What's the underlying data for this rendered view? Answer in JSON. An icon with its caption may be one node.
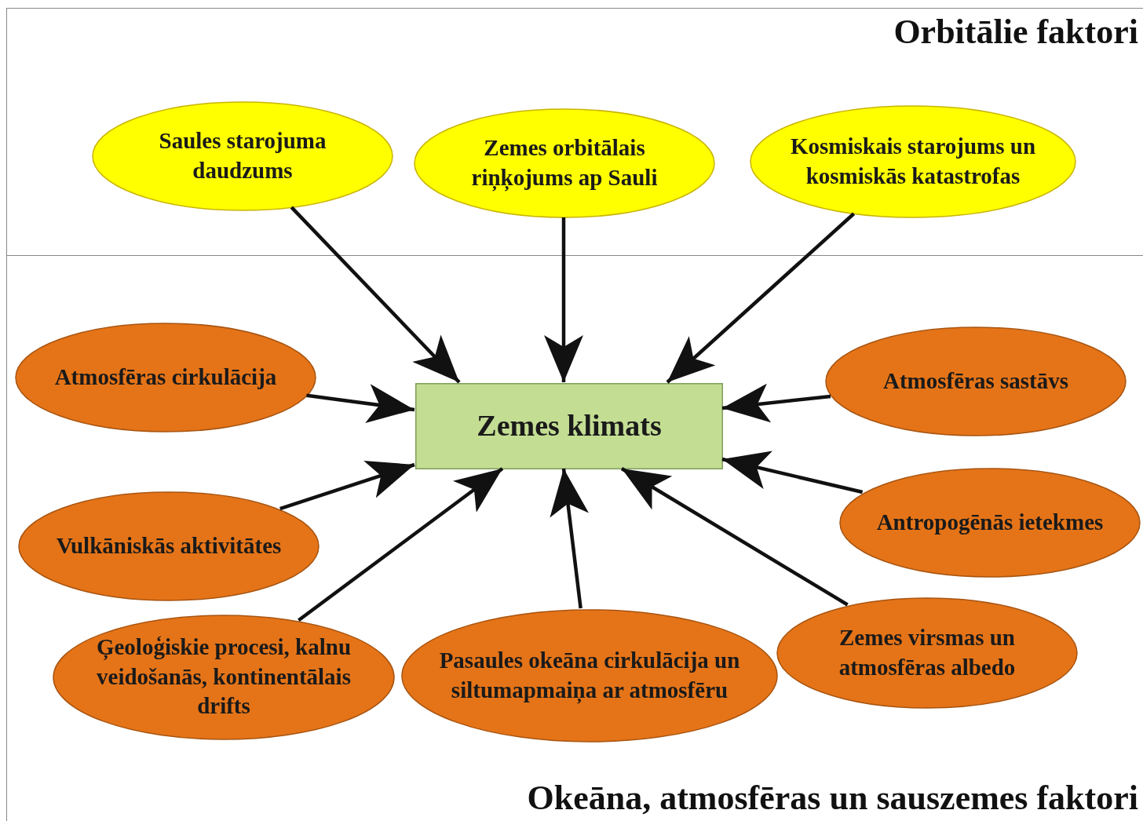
{
  "diagram": {
    "nodes": [
      {
        "text": [
          "Orbitālie faktori"
        ]
      },
      {
        "text": [
          "Okeāna, atmosfēras un sauszemes faktori"
        ]
      },
      {
        "text": [
          "Saules starojuma daudzums"
        ],
        "in": 0
      },
      {
        "text": [
          "Zemes orbitālais riņķojums ap Sauli"
        ],
        "in": 0
      },
      {
        "text": [
          "Kosmiskais starojums un kosmiskās katastrofas"
        ],
        "in": 0
      },
      {
        "text": [
          "Zemes klimats"
        ],
        "in": 1
      },
      {
        "text": [
          "Atmosfēras cirkulācija"
        ],
        "in": 1
      },
      {
        "text": [
          "Atmosfēras sastāvs"
        ],
        "in": 1
      },
      {
        "text": [
          "Vulkāniskās aktivitātes"
        ],
        "in": 1
      },
      {
        "text": [
          "Antropogēnās ietekmes"
        ],
        "in": 1
      },
      {
        "text": [
          "Ģeoloģiskie procesi, kalnu veidošanās, kontinentālais drifts"
        ],
        "in": 1
      },
      {
        "text": [
          "Pasaules okeāna cirkulācija un siltumapmaiņa ar atmosfēru"
        ],
        "in": 1
      },
      {
        "text": [
          "Zemes virsmas un atmosfēras albedo"
        ],
        "in": 1
      }
    ],
    "edges": [
      {
        "from": 2,
        "to": 5,
        "arrow": "to"
      },
      {
        "from": 3,
        "to": 5,
        "arrow": "to"
      },
      {
        "from": 4,
        "to": 5,
        "arrow": "to"
      },
      {
        "from": 6,
        "to": 5,
        "arrow": "to"
      },
      {
        "from": 7,
        "to": 5,
        "arrow": "to"
      },
      {
        "from": 8,
        "to": 5,
        "arrow": "to"
      },
      {
        "from": 9,
        "to": 5,
        "arrow": "to"
      },
      {
        "from": 10,
        "to": 5,
        "arrow": "to"
      },
      {
        "from": 11,
        "to": 5,
        "arrow": "to"
      },
      {
        "from": 12,
        "to": 5,
        "arrow": "to"
      }
    ]
  }
}
